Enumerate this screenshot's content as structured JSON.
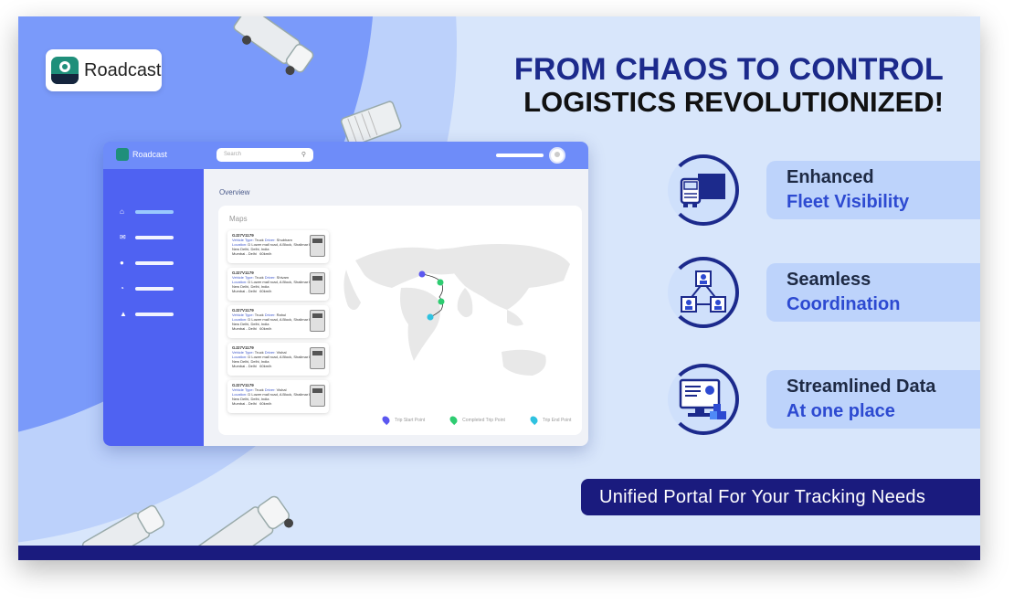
{
  "brand": {
    "name": "Roadcast"
  },
  "headline": {
    "line1": "FROM CHAOS TO CONTROL",
    "line2": "LOGISTICS REVOLUTIONIZED!"
  },
  "dashboard": {
    "brand": "Roadcast",
    "search_placeholder": "Search",
    "overview_label": "Overview",
    "maps_label": "Maps",
    "trips": [
      {
        "id": "GJ27V1179",
        "vehicle_label": "Vehicle Type:",
        "vehicle": "Truck",
        "driver_label": "Driver:",
        "driver": "Shubham",
        "location_label": "Location:",
        "location": "D Lower mall road, A Block, Shalimar Bagh, New Delhi, Delhi, India",
        "route": "Mumbai - Delhi",
        "speed": "60km/h"
      },
      {
        "id": "GJ27V1179",
        "vehicle_label": "Vehicle Type:",
        "vehicle": "Truck",
        "driver_label": "Driver:",
        "driver": "Shivam",
        "location_label": "Location:",
        "location": "D Lower mall road, A Block, Shalimar Bagh, New Delhi, Delhi, India",
        "route": "Mumbai - Delhi",
        "speed": "60km/h"
      },
      {
        "id": "GJ27V1179",
        "vehicle_label": "Vehicle Type:",
        "vehicle": "Truck",
        "driver_label": "Driver:",
        "driver": "Rahul",
        "location_label": "Location:",
        "location": "D Lower mall road, A Block, Shalimar Bagh, New Delhi, Delhi, India",
        "route": "Mumbai - Delhi",
        "speed": "60km/h"
      },
      {
        "id": "GJ27V1179",
        "vehicle_label": "Vehicle Type:",
        "vehicle": "Truck",
        "driver_label": "Driver:",
        "driver": "Vishal",
        "location_label": "Location:",
        "location": "D Lower mall road, A Block, Shalimar Bagh, New Delhi, Delhi, India",
        "route": "Mumbai - Delhi",
        "speed": "60km/h"
      },
      {
        "id": "GJ27V1179",
        "vehicle_label": "Vehicle Type:",
        "vehicle": "Truck",
        "driver_label": "Driver:",
        "driver": "Vishal",
        "location_label": "Location:",
        "location": "D Lower mall road, A Block, Shalimar Bagh, New Delhi, Delhi, India",
        "route": "Mumbai - Delhi",
        "speed": "60km/h"
      }
    ],
    "legend": {
      "start": "Trip Start Point",
      "completed": "Completed Trip Point",
      "end": "Trip End Point"
    },
    "sidebar_icons": [
      "home-icon",
      "mail-icon",
      "user-icon",
      "pie-chart-icon",
      "warning-icon"
    ]
  },
  "features": [
    {
      "line1": "Enhanced",
      "line2": "Fleet Visibility",
      "icon": "truck-icon"
    },
    {
      "line1": "Seamless",
      "line2": "Coordination",
      "icon": "network-users-icon"
    },
    {
      "line1": "Streamlined Data",
      "line2": "At one place",
      "icon": "monitor-data-icon"
    }
  ],
  "cta": {
    "label": "Unified Portal For Your Tracking Needs"
  },
  "colors": {
    "navy": "#1a1b7e",
    "headline_blue": "#1c2a8c",
    "accent_blue": "#2d4ad1",
    "sidebar": "#4f62f2",
    "background": "#d8e6fb",
    "arc": "#7a9afa"
  }
}
